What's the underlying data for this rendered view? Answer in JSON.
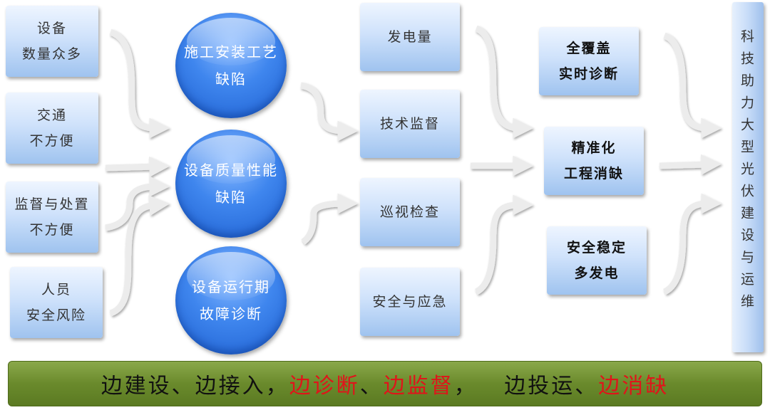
{
  "issues": [
    {
      "line1": "设备",
      "line2": "数量众多"
    },
    {
      "line1": "交通",
      "line2": "不方便"
    },
    {
      "line1": "监督与处置",
      "line2": "不方便"
    },
    {
      "line1": "人员",
      "line2": "安全风险"
    }
  ],
  "defects": [
    {
      "line1": "施工安装工艺",
      "line2": "缺陷"
    },
    {
      "line1": "设备质量性能",
      "line2": "缺陷"
    },
    {
      "line1": "设备运行期",
      "line2": "故障诊断"
    }
  ],
  "functions": [
    "发电量",
    "技术监督",
    "巡视检查",
    "安全与应急"
  ],
  "outcomes": [
    {
      "line1": "全覆盖",
      "line2": "实时诊断"
    },
    {
      "line1": "精准化",
      "line2": "工程消缺"
    },
    {
      "line1": "安全稳定",
      "line2": "多发电"
    }
  ],
  "goal": "科技助力大型光伏建设与运维",
  "banner": {
    "part1": "边建设、边接入，",
    "part2": "边诊断",
    "part3": "、",
    "part4": "边监督",
    "part5": "，   边投运、",
    "part6": "边消缺"
  },
  "colors": {
    "banner_green": "#6a8a2c",
    "highlight_red": "#e0141a",
    "circle_blue": "#3f86ee",
    "box_blue": "#cfe2fb"
  }
}
